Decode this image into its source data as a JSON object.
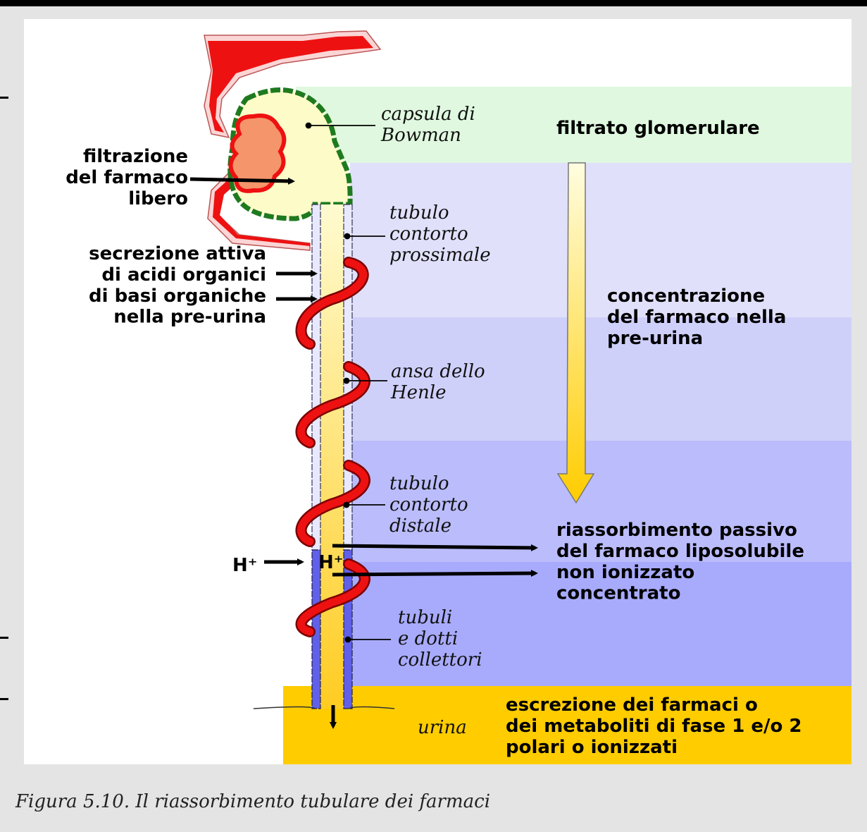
{
  "colors": {
    "band_bowman": "#dff8df",
    "band_proximal": "#e0e0fa",
    "band_henle": "#cfd0fa",
    "band_distal": "#bbbcfb",
    "band_collecting": "#a8abfb",
    "band_urine": "#ffcc00",
    "vessel_red": "#ee1111",
    "vessel_outer": "#fbd5d5",
    "capsule_green": "#1f7a1f",
    "capsule_fill": "#fdfbc8",
    "glomerulus": "#f4956b"
  },
  "structures": {
    "bowman": "capsula di\nBowman",
    "proximal": "tubulo\ncontorto\nprossimale",
    "henle": "ansa dello\nHenle",
    "distal": "tubulo\ncontorto\ndistale",
    "collecting": "tubuli\ne dotti\ncollettori",
    "urine": "urina"
  },
  "processes": {
    "glomerular_filtrate": "filtrato glomerulare",
    "free_drug_filtration": "filtrazione\ndel farmaco\nlibero",
    "active_secretion": "secrezione attiva\ndi acidi organici\ndi basi organiche\nnella pre-urina",
    "concentration": "concentrazione\ndel farmaco nella\npre-urina",
    "passive_reabsorption": "riassorbimento passivo\ndel farmaco liposolubile\nnon ionizzato\nconcentrato",
    "excretion": "escrezione dei farmaci o\ndei metaboliti di fase 1 e/o 2\npolari o ionizzati"
  },
  "ions": {
    "proton": "H⁺"
  },
  "caption": "Figura 5.10. Il riassorbimento tubulare dei farmaci"
}
